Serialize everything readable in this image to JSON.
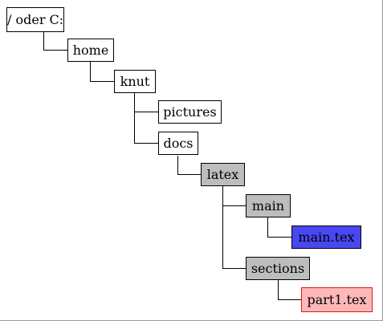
{
  "colors": {
    "folder_default": "#ffffff",
    "folder_gray": "#bdbdbd",
    "file_blue": "#4848f2",
    "file_pink_fill": "#ffb8b8",
    "file_pink_border": "#e01616"
  },
  "tree": {
    "root": "/ oder C:",
    "home": "home",
    "knut": "knut",
    "pictures": "pictures",
    "docs": "docs",
    "latex": "latex",
    "main": "main",
    "main_tex": "main.tex",
    "sections": "sections",
    "part1_tex": "part1.tex"
  }
}
